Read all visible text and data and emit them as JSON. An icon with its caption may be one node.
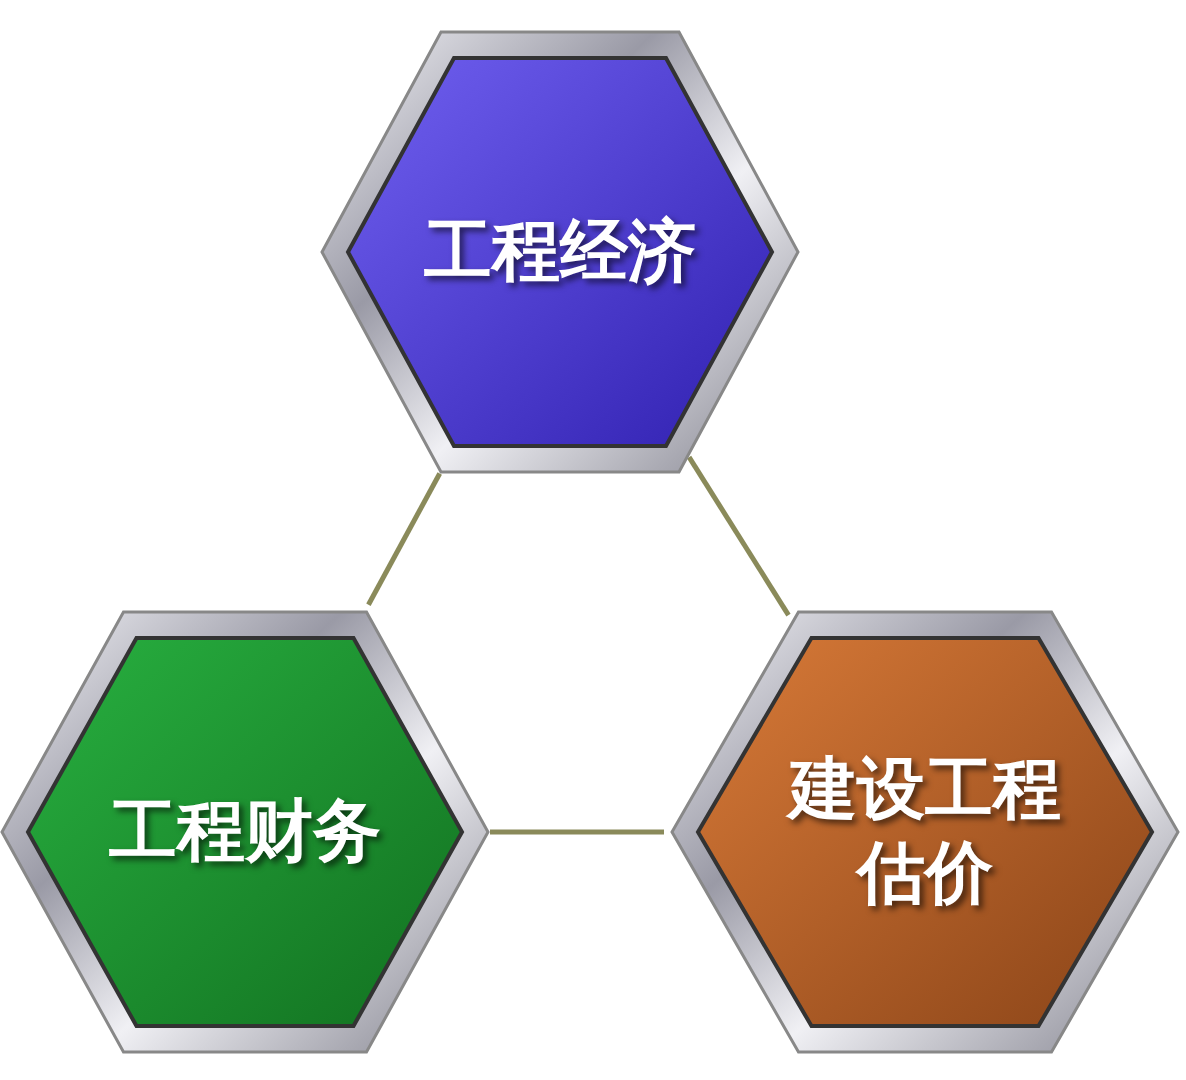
{
  "diagram": {
    "nodes": [
      {
        "text": [
          "工程经济"
        ]
      },
      {
        "text": [
          "工程财务"
        ]
      },
      {
        "text": [
          "建设工程估价"
        ]
      }
    ],
    "edges": [
      {
        "from": 0,
        "to": 1,
        "arrow": "none"
      },
      {
        "from": 0,
        "to": 2,
        "arrow": "none"
      },
      {
        "from": 1,
        "to": 2,
        "arrow": "none"
      }
    ]
  }
}
